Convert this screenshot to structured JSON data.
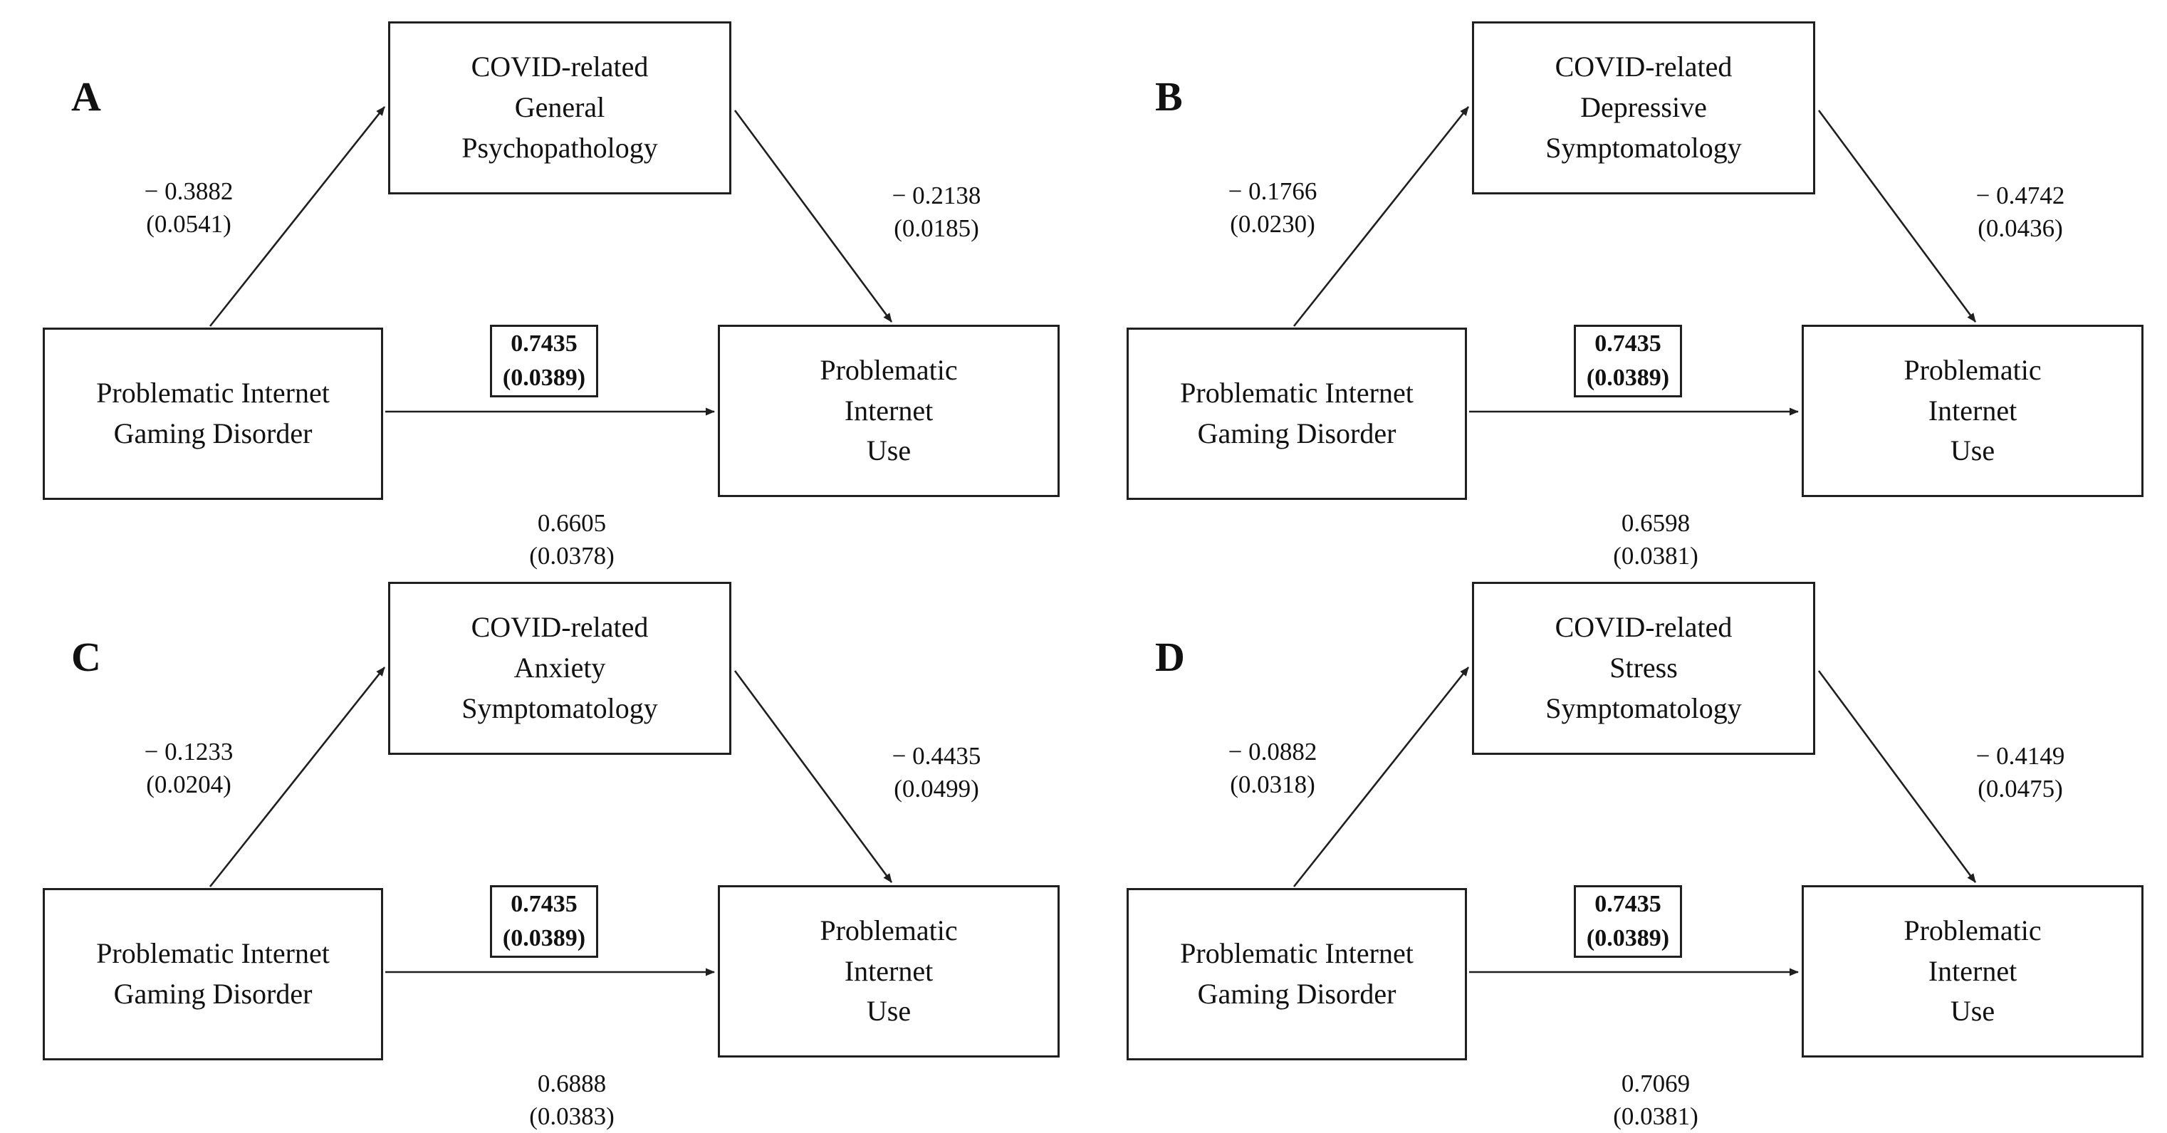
{
  "figure": {
    "description": "Four mediation path models (A-D) of Problematic Internet Gaming Disorder predicting Problematic Internet Use via COVID-related symptomatology mediators; path coefficients with standard errors in parentheses",
    "colors": {
      "background": "#ffffff",
      "box_border": "#1f1f1f",
      "text": "#111111",
      "arrow": "#1f1f1f"
    },
    "panels": [
      {
        "label": "A",
        "mediator_lines": [
          "COVID-related",
          "General",
          "Psychopathology"
        ],
        "predictor_lines": [
          "Problematic Internet",
          "Gaming Disorder"
        ],
        "outcome_lines": [
          "Problematic",
          "Internet",
          "Use"
        ],
        "a_path": {
          "estimate": "− 0.3882",
          "se": "(0.0541)"
        },
        "b_path": {
          "estimate": "− 0.2138",
          "se": "(0.0185)"
        },
        "direct_path": {
          "estimate": "0.7435",
          "se": "(0.0389)"
        },
        "total_path": {
          "estimate": "0.6605",
          "se": "(0.0378)"
        }
      },
      {
        "label": "B",
        "mediator_lines": [
          "COVID-related",
          "Depressive",
          "Symptomatology"
        ],
        "predictor_lines": [
          "Problematic Internet",
          "Gaming Disorder"
        ],
        "outcome_lines": [
          "Problematic",
          "Internet",
          "Use"
        ],
        "a_path": {
          "estimate": "− 0.1766",
          "se": "(0.0230)"
        },
        "b_path": {
          "estimate": "− 0.4742",
          "se": "(0.0436)"
        },
        "direct_path": {
          "estimate": "0.7435",
          "se": "(0.0389)"
        },
        "total_path": {
          "estimate": "0.6598",
          "se": "(0.0381)"
        }
      },
      {
        "label": "C",
        "mediator_lines": [
          "COVID-related",
          "Anxiety",
          "Symptomatology"
        ],
        "predictor_lines": [
          "Problematic Internet",
          "Gaming Disorder"
        ],
        "outcome_lines": [
          "Problematic",
          "Internet",
          "Use"
        ],
        "a_path": {
          "estimate": "− 0.1233",
          "se": "(0.0204)"
        },
        "b_path": {
          "estimate": "− 0.4435",
          "se": "(0.0499)"
        },
        "direct_path": {
          "estimate": "0.7435",
          "se": "(0.0389)"
        },
        "total_path": {
          "estimate": "0.6888",
          "se": "(0.0383)"
        }
      },
      {
        "label": "D",
        "mediator_lines": [
          "COVID-related",
          "Stress",
          "Symptomatology"
        ],
        "predictor_lines": [
          "Problematic Internet",
          "Gaming Disorder"
        ],
        "outcome_lines": [
          "Problematic",
          "Internet",
          "Use"
        ],
        "a_path": {
          "estimate": "− 0.0882",
          "se": "(0.0318)"
        },
        "b_path": {
          "estimate": "− 0.4149",
          "se": "(0.0475)"
        },
        "direct_path": {
          "estimate": "0.7435",
          "se": "(0.0389)"
        },
        "total_path": {
          "estimate": "0.7069",
          "se": "(0.0381)"
        }
      }
    ]
  }
}
